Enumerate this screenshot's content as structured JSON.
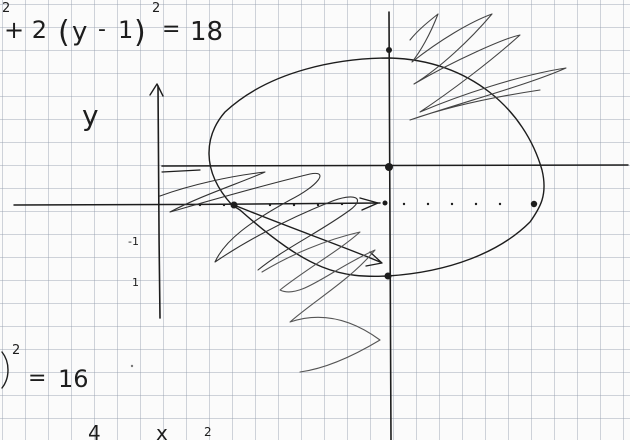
{
  "equation_top": {
    "exp_left": "2",
    "lead": "+ 2",
    "paren_open": "(",
    "var": "y",
    "minus": "-",
    "one": "1",
    "paren_close": ")",
    "exp_right": "2",
    "equals": "=",
    "rhs": "18"
  },
  "axis_label": {
    "y": "y"
  },
  "ticks": {
    "minus_one": "-1",
    "dot_one": "1"
  },
  "equation_left": {
    "exp": "2",
    "equals": "=",
    "rhs": "16"
  },
  "bottom_fragments": {
    "a": "4",
    "b": "x",
    "c": "2"
  },
  "ink_color": "#1d1d1d",
  "paper_color": "#fbfbfb"
}
